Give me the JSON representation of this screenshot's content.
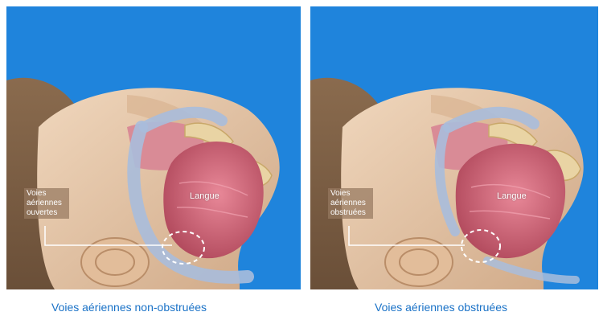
{
  "panels": [
    {
      "airway_label_lines": [
        "Voies",
        "aériennes",
        "ouvertes"
      ],
      "tongue_label": "Langue",
      "caption": "Voies aériennes non-obstruées"
    },
    {
      "airway_label_lines": [
        "Voies",
        "aériennes",
        "obstruées"
      ],
      "tongue_label": "Langue",
      "caption": "Voies aériennes obstruées"
    }
  ],
  "colors": {
    "background": "#1f84dc",
    "caption": "#1a72c7",
    "skin": "#e7c8a8",
    "muscle": "#c95a6e",
    "airflow": "#a9bddc"
  }
}
